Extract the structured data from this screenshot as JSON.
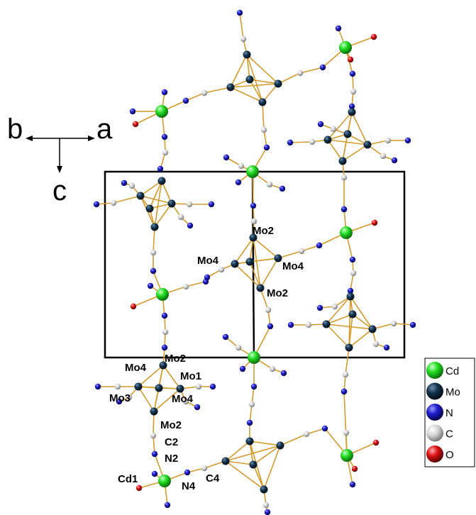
{
  "axes": {
    "b": "b",
    "a": "a",
    "c": "c"
  },
  "atom_labels": {
    "mo2_a": "Mo2",
    "mo4_a": "Mo4",
    "mo4_b": "Mo4",
    "mo2_b": "Mo2",
    "mo2_c": "Mo2",
    "mo4_c": "Mo4",
    "mo1": "Mo1",
    "mo3": "Mo3",
    "mo4_d": "Mo4",
    "mo2_d": "Mo2",
    "c2": "C2",
    "n2": "N2",
    "cd1": "Cd1",
    "n4": "N4",
    "c4": "C4"
  },
  "legend": [
    {
      "label": "Cd",
      "color": "#22dd22"
    },
    {
      "label": "Mo",
      "color": "#14344f"
    },
    {
      "label": "N",
      "color": "#1d1dcc"
    },
    {
      "label": "C",
      "color": "#c8c8c8"
    },
    {
      "label": "O",
      "color": "#dd1111"
    }
  ],
  "colors": {
    "bond": "#d49a2a",
    "cell": "#000000",
    "Cd": "#22dd22",
    "Mo": "#14344f",
    "N": "#1d1dcc",
    "C": "#c8c8c8",
    "O": "#dd1111"
  }
}
